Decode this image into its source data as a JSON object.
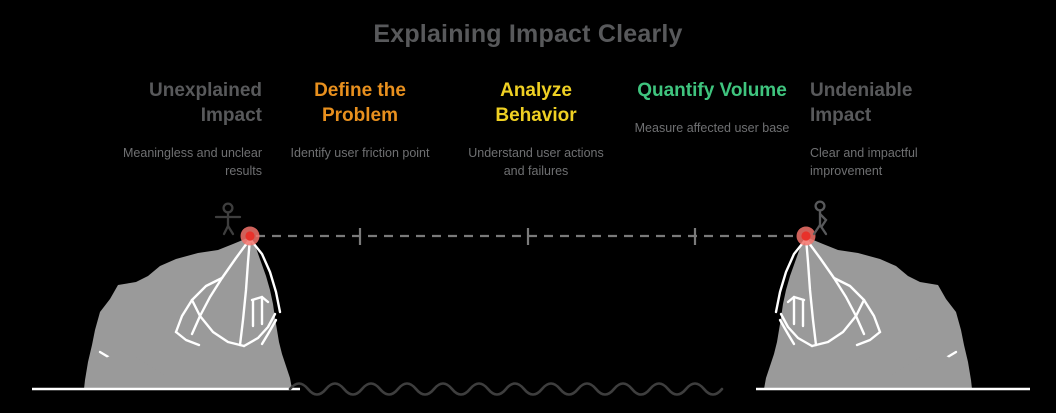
{
  "page": {
    "title": "Explaining Impact Clearly",
    "background_color": "#000000",
    "title_color": "#58595b"
  },
  "columns": [
    {
      "id": "unexplained-impact",
      "title": "Unexplained Impact",
      "description": "Meaningless and unclear results",
      "color": "#58595b",
      "align": "right"
    },
    {
      "id": "define-the-problem",
      "title": "Define the Problem",
      "description": "Identify user friction point",
      "color": "#e8901e",
      "align": "center"
    },
    {
      "id": "analyze-behavior",
      "title": "Analyze Behavior",
      "description": "Understand user actions and failures",
      "color": "#efd023",
      "align": "center"
    },
    {
      "id": "quantify-volume",
      "title": "Quantify Volume",
      "description": "Measure affected user base",
      "color": "#3fc47e",
      "align": "center"
    },
    {
      "id": "undeniable-impact",
      "title": "Undeniable Impact",
      "description": "Clear and impactful improvement",
      "color": "#58595b",
      "align": "left"
    }
  ],
  "scene": {
    "mountain_fill": "#9a9a9a",
    "mountain_stroke": "#ffffff",
    "ground_line_color": "#ffffff",
    "water_color": "#3e3e3e",
    "path": {
      "line_color": "#7a7a7a",
      "line_style": "dashed",
      "start_marker": "red-dot-marker",
      "end_marker": "red-dot-marker",
      "marker_color": "#e8312a",
      "marker_halo_color": "#f2726a",
      "tick_count": 3
    },
    "figures": [
      {
        "id": "climber-left",
        "pose": "arms-out-standing",
        "color": "#3e3e3e"
      },
      {
        "id": "climber-right",
        "pose": "walking-side",
        "color": "#58595b"
      }
    ]
  }
}
